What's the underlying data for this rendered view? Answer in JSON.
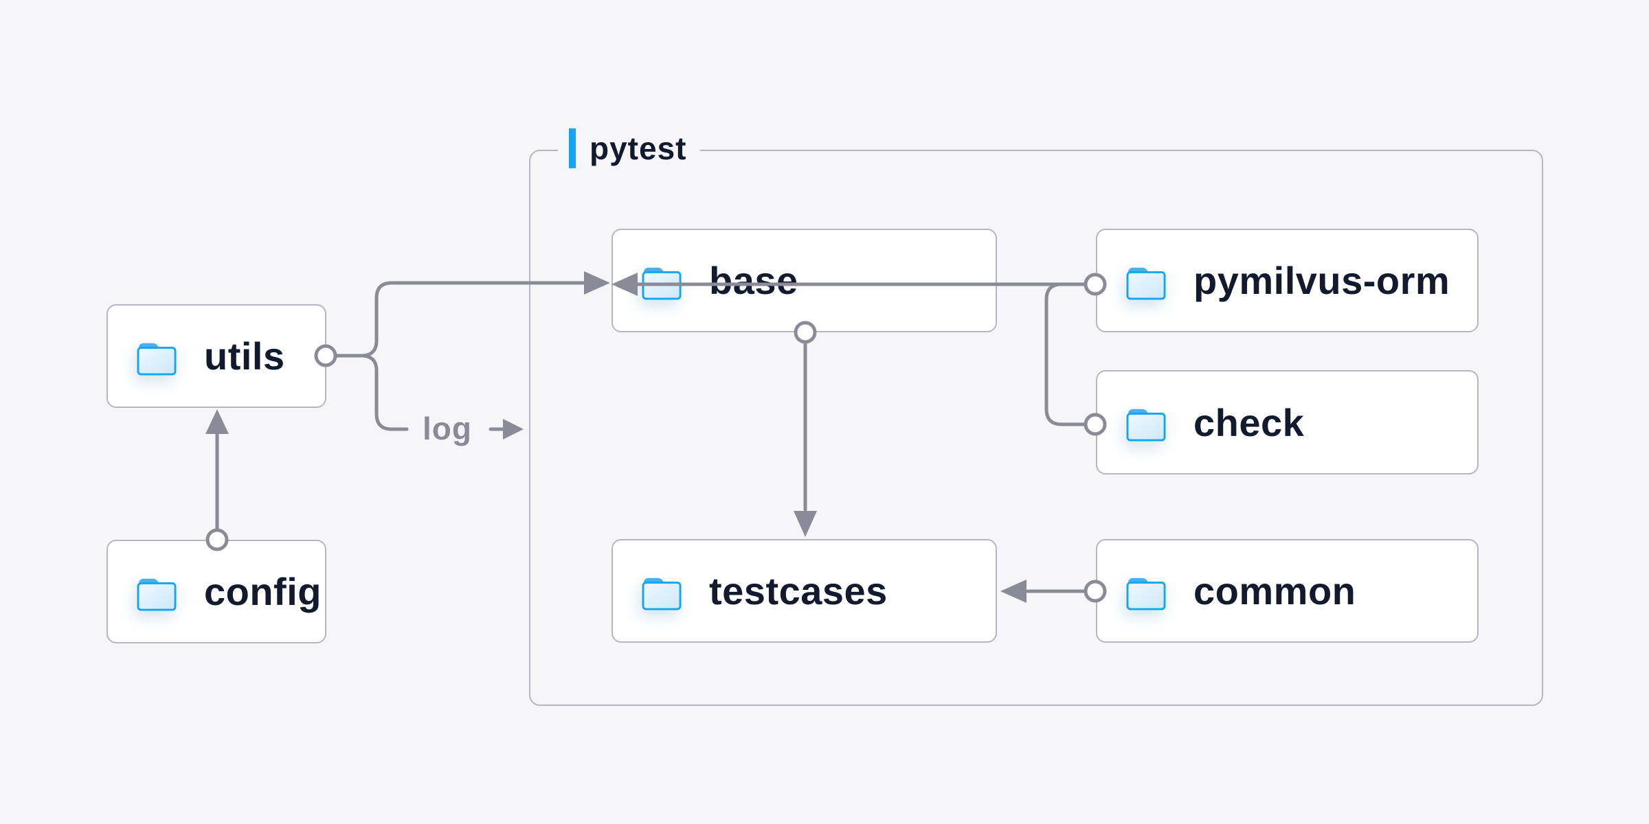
{
  "group": {
    "label": "pytest"
  },
  "log": {
    "text": "log"
  },
  "nodes": {
    "utils": {
      "label": "utils"
    },
    "config": {
      "label": "config"
    },
    "base": {
      "label": "base"
    },
    "pymilvus_orm": {
      "label": "pymilvus-orm"
    },
    "check": {
      "label": "check"
    },
    "testcases": {
      "label": "testcases"
    },
    "common": {
      "label": "common"
    }
  },
  "edges": [
    {
      "from": "config",
      "to": "utils",
      "type": "arrow"
    },
    {
      "from": "utils",
      "to": "base",
      "type": "arrow"
    },
    {
      "from": "utils",
      "to": "log",
      "type": "labeled-arrow",
      "label": "log"
    },
    {
      "from": "pymilvus-orm",
      "to": "base",
      "type": "arrow"
    },
    {
      "from": "check",
      "to": "base",
      "type": "arrow"
    },
    {
      "from": "base",
      "to": "testcases",
      "type": "arrow"
    },
    {
      "from": "common",
      "to": "testcases",
      "type": "arrow"
    }
  ],
  "colors": {
    "bg": "#f6f6f8",
    "box-fill": "#ffffff",
    "box-border": "#b5b6c3",
    "group-border": "#b5b6c3",
    "wire": "#8a8b97",
    "accent": "#14a5f0",
    "folder-tab": "#45b1ef",
    "folder-fill-light": "#f0f8fe",
    "folder-fill-dark": "#cde9fa",
    "text-dark": "#121a2e",
    "text-gray": "#8a8b97"
  }
}
